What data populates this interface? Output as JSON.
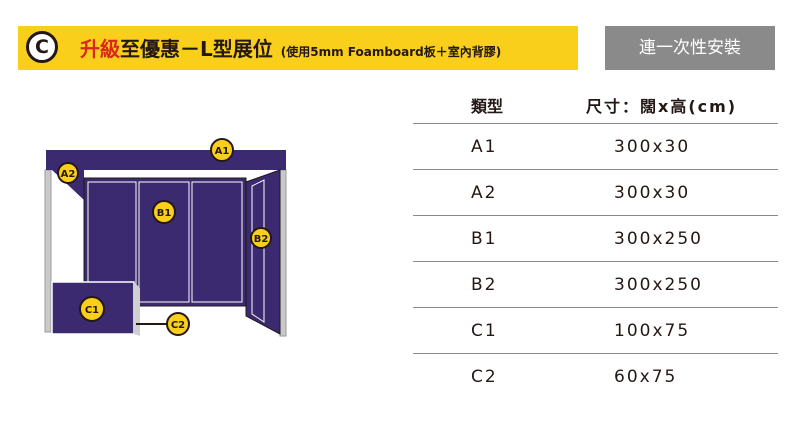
{
  "header": {
    "badge_letter": "C",
    "title_highlight": "升級",
    "title_main": "至優惠－L型展位",
    "title_sub": "(使用5mm Foamboard板＋室內背膠)",
    "service_tag": "連一次性安裝"
  },
  "colors": {
    "accent_yellow": "#f9cf1c",
    "panel_purple": "#3b2a70",
    "service_gray": "#8a8a8a",
    "highlight_red": "#d9271e"
  },
  "diagram": {
    "labels": [
      "A1",
      "A2",
      "B1",
      "B2",
      "C1",
      "C2"
    ]
  },
  "table": {
    "headers": {
      "type": "類型",
      "size": "尺寸：闊x高(cm)"
    },
    "rows": [
      {
        "type": "A1",
        "size": "300x30"
      },
      {
        "type": "A2",
        "size": "300x30"
      },
      {
        "type": "B1",
        "size": "300x250"
      },
      {
        "type": "B2",
        "size": "300x250"
      },
      {
        "type": "C1",
        "size": "100x75"
      },
      {
        "type": "C2",
        "size": "60x75"
      }
    ]
  }
}
